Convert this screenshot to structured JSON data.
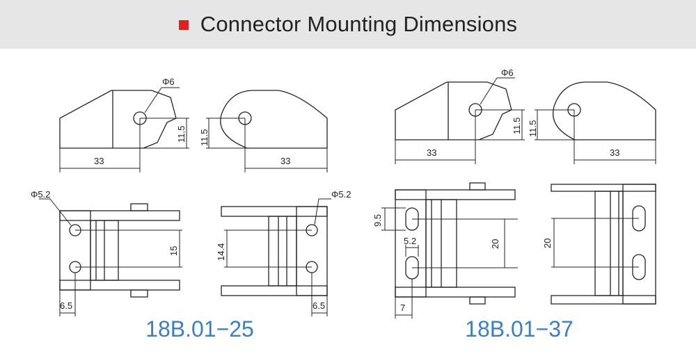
{
  "header": {
    "title": "Connector Mounting Dimensions",
    "accent_color": "#e02020",
    "background_color": "#e6e6e6"
  },
  "models": [
    {
      "model": "18B.01−25",
      "caption_color": "#3a7fc1",
      "side_view_a": {
        "hole_dia": "Φ6",
        "height": "11.5",
        "length": "33"
      },
      "side_view_b": {
        "height": "11.5",
        "length": "33"
      },
      "top_view_a": {
        "hole_dia": "Φ5.2",
        "spacing": "15",
        "offset": "6.5"
      },
      "top_view_b": {
        "hole_dia": "Φ5.2",
        "spacing": "14.4",
        "offset": "6.5"
      }
    },
    {
      "model": "18B.01−37",
      "caption_color": "#3a7fc1",
      "side_view_a": {
        "hole_dia": "Φ6",
        "height": "11.5",
        "length": "33"
      },
      "side_view_b": {
        "height": "11.5",
        "length": "33"
      },
      "top_view_a": {
        "slot_height": "9.5",
        "slot_width": "5.2",
        "spacing": "20",
        "offset": "7"
      },
      "top_view_b": {
        "spacing": "20"
      }
    }
  ]
}
